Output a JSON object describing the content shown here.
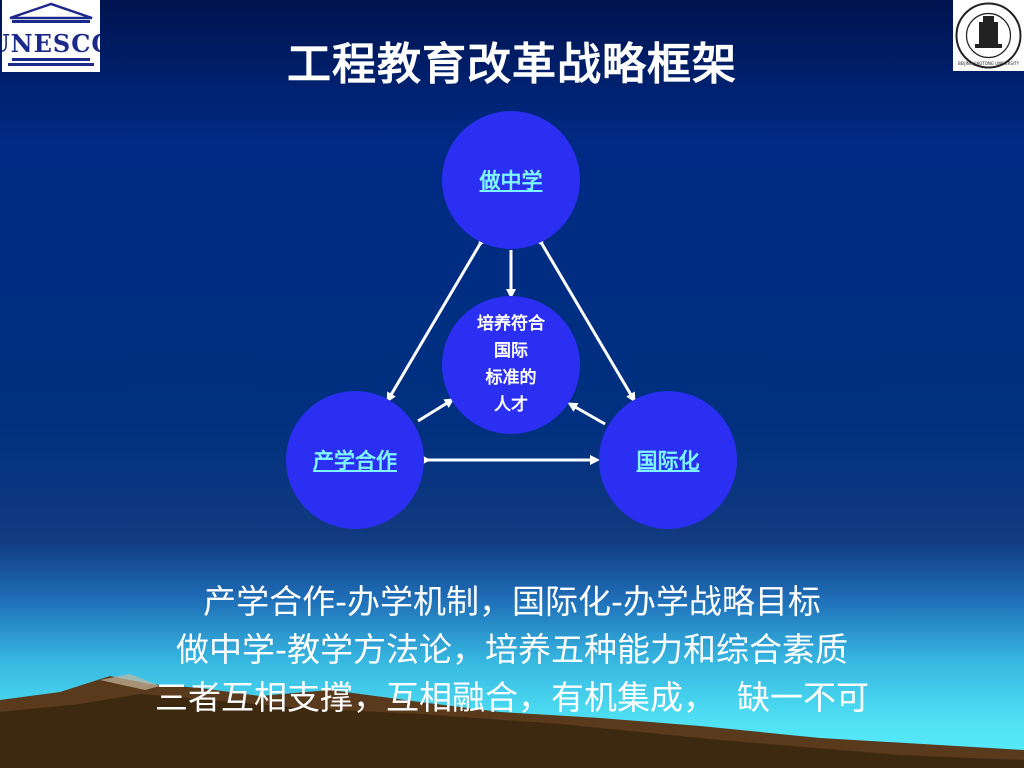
{
  "title": "工程教育改革战略框架",
  "logos": {
    "left": "UNESCO",
    "right": "BEIJING JIAOTONG UNIVERSITY"
  },
  "diagram": {
    "top_node": "做中学",
    "center_node": "培养符合\n国际\n标准的\n人才",
    "left_node": "产学合作",
    "right_node": "国际化"
  },
  "text_lines": [
    "产学合作-办学机制，国际化-办学战略目标",
    "做中学-教学方法论，培养五种能力和综合素质",
    "三者互相支撑，互相融合，有机集成，  缺一不可"
  ],
  "colors": {
    "node_fill": "#2a2ff2",
    "node_label": "#7ff6ff",
    "arrow": "#ffffff"
  }
}
